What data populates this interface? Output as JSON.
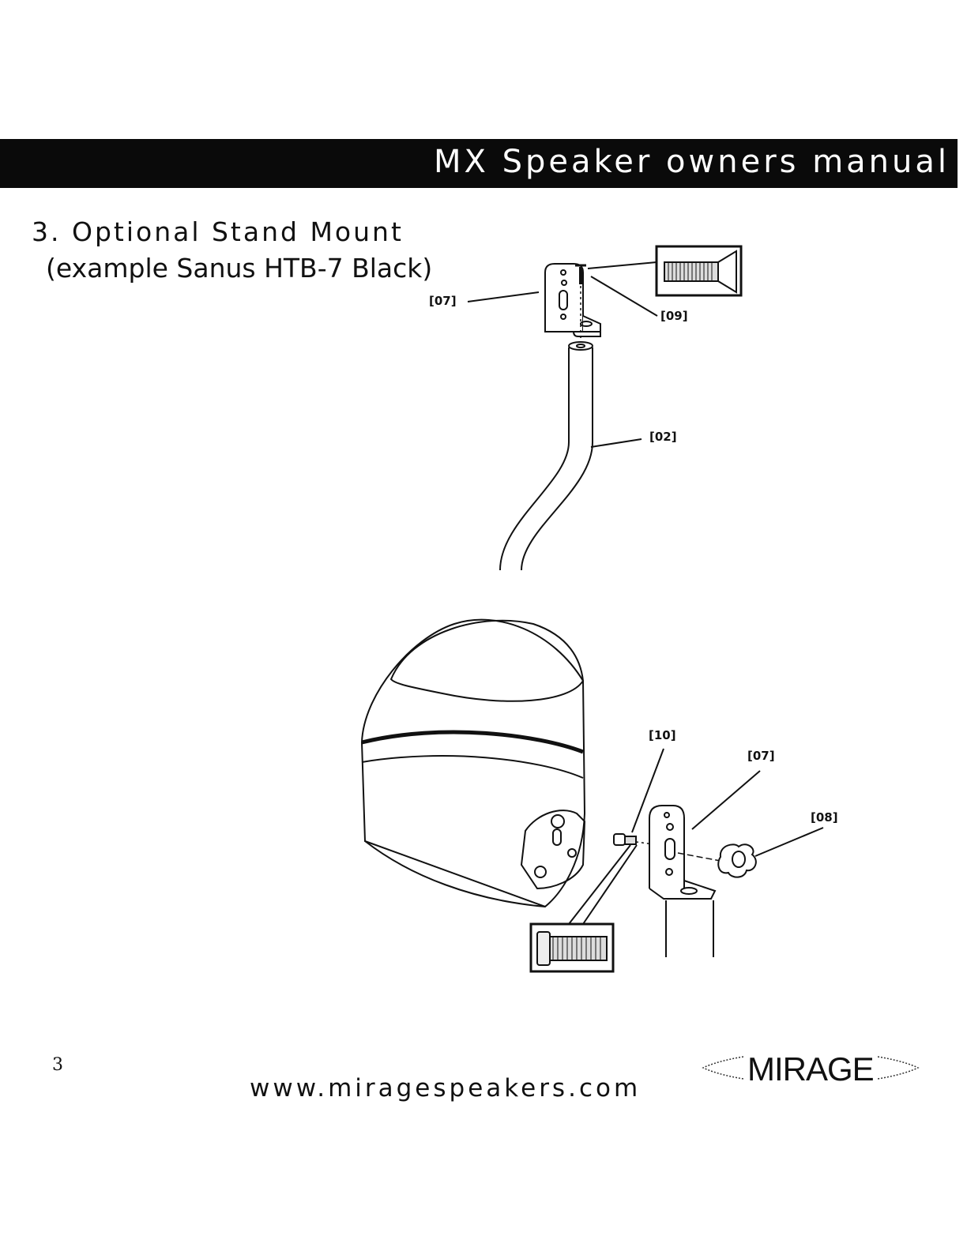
{
  "header": {
    "title": "MX Speaker owners manual"
  },
  "section": {
    "title": "3. Optional Stand Mount",
    "subtitle": "(example Sanus HTB-7 Black)"
  },
  "callouts": {
    "bracket_top": "[07]",
    "screw_top": "[09]",
    "pipe": "[02]",
    "bolt": "[10]",
    "bracket_bottom": "[07]",
    "knob": "[08]"
  },
  "footer": {
    "page_number": "3",
    "website": "www.miragespeakers.com",
    "brand": "MIRAGE"
  }
}
